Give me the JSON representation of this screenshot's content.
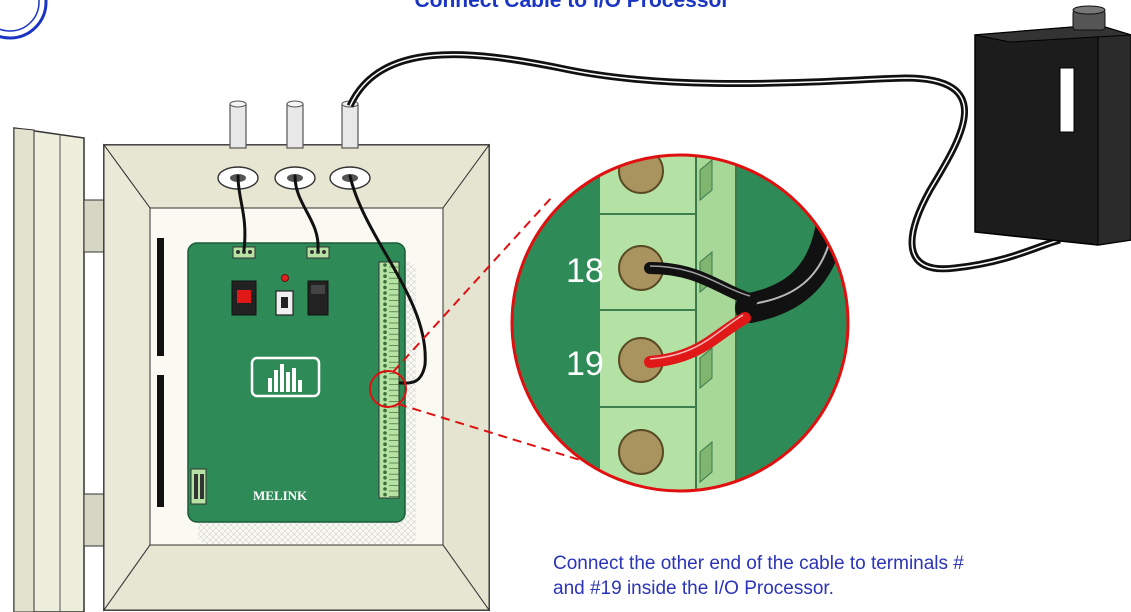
{
  "header": {
    "title": "Connect Cable to I/O Processor"
  },
  "zoom_view": {
    "terminal_a": "18",
    "terminal_b": "19"
  },
  "board": {
    "brand_logo_text": "MELINK"
  },
  "instruction": {
    "line1": "Connect the other end of the cable to terminals #",
    "line2": "and #19 inside the I/O Processor."
  },
  "colors": {
    "title_text": "#1a34c4",
    "instruction_text": "#2b33b8",
    "callout_red": "#e01010",
    "board_green": "#2e8b57",
    "enclosure": "#eeeedd"
  }
}
